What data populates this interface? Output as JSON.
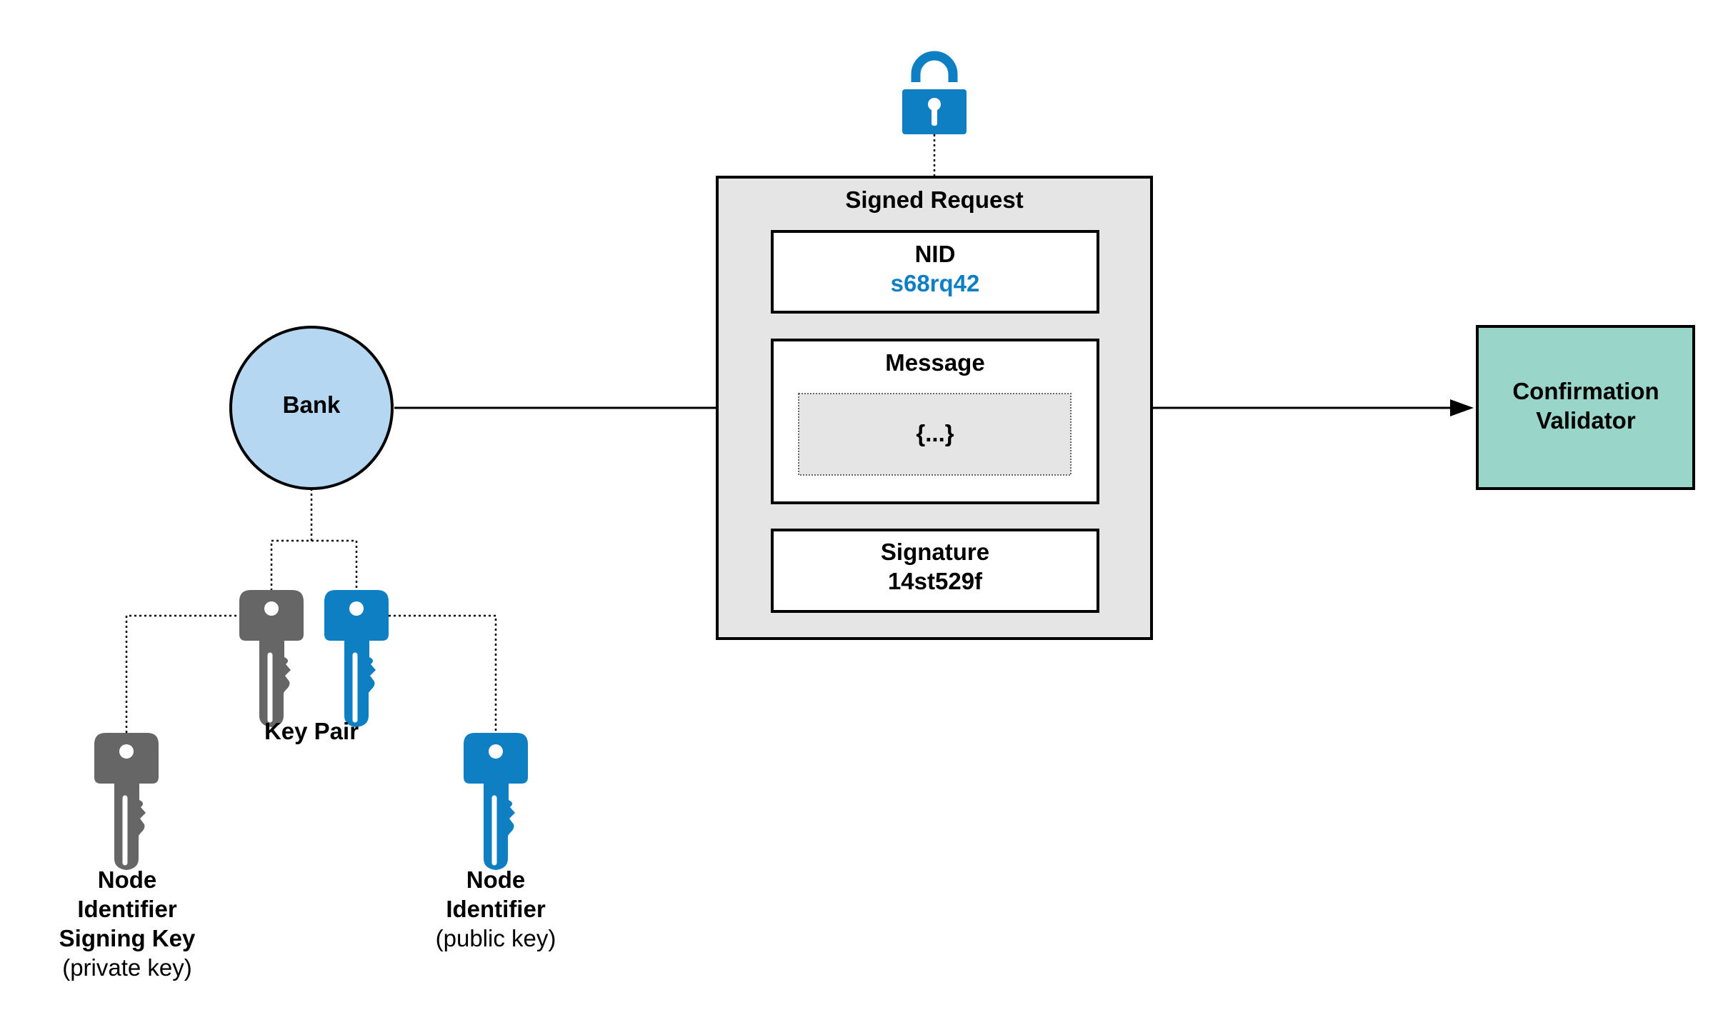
{
  "bank": {
    "label": "Bank"
  },
  "key_pair": {
    "label": "Key Pair"
  },
  "signing_key": {
    "line1": "Node",
    "line2": "Identifier",
    "line3": "Signing Key",
    "line4": "(private key)"
  },
  "public_key": {
    "line1": "Node",
    "line2": "Identifier",
    "line3": "(public key)"
  },
  "signed_request": {
    "title": "Signed Request",
    "nid_label": "NID",
    "nid_value": "s68rq42",
    "message_label": "Message",
    "message_body": "{...}",
    "signature_label": "Signature",
    "signature_value": "14st529f"
  },
  "validator": {
    "line1": "Confirmation",
    "line2": "Validator"
  },
  "colors": {
    "blue": "#0f7fc4",
    "gray": "#666666",
    "bank_fill": "#b5d7f1",
    "validator_fill": "#99d5c9",
    "panel_fill": "#e5e5e5"
  },
  "icons": {
    "lock": "padlock-icon",
    "private_key": "gray-key-icon",
    "public_key": "blue-key-icon"
  }
}
